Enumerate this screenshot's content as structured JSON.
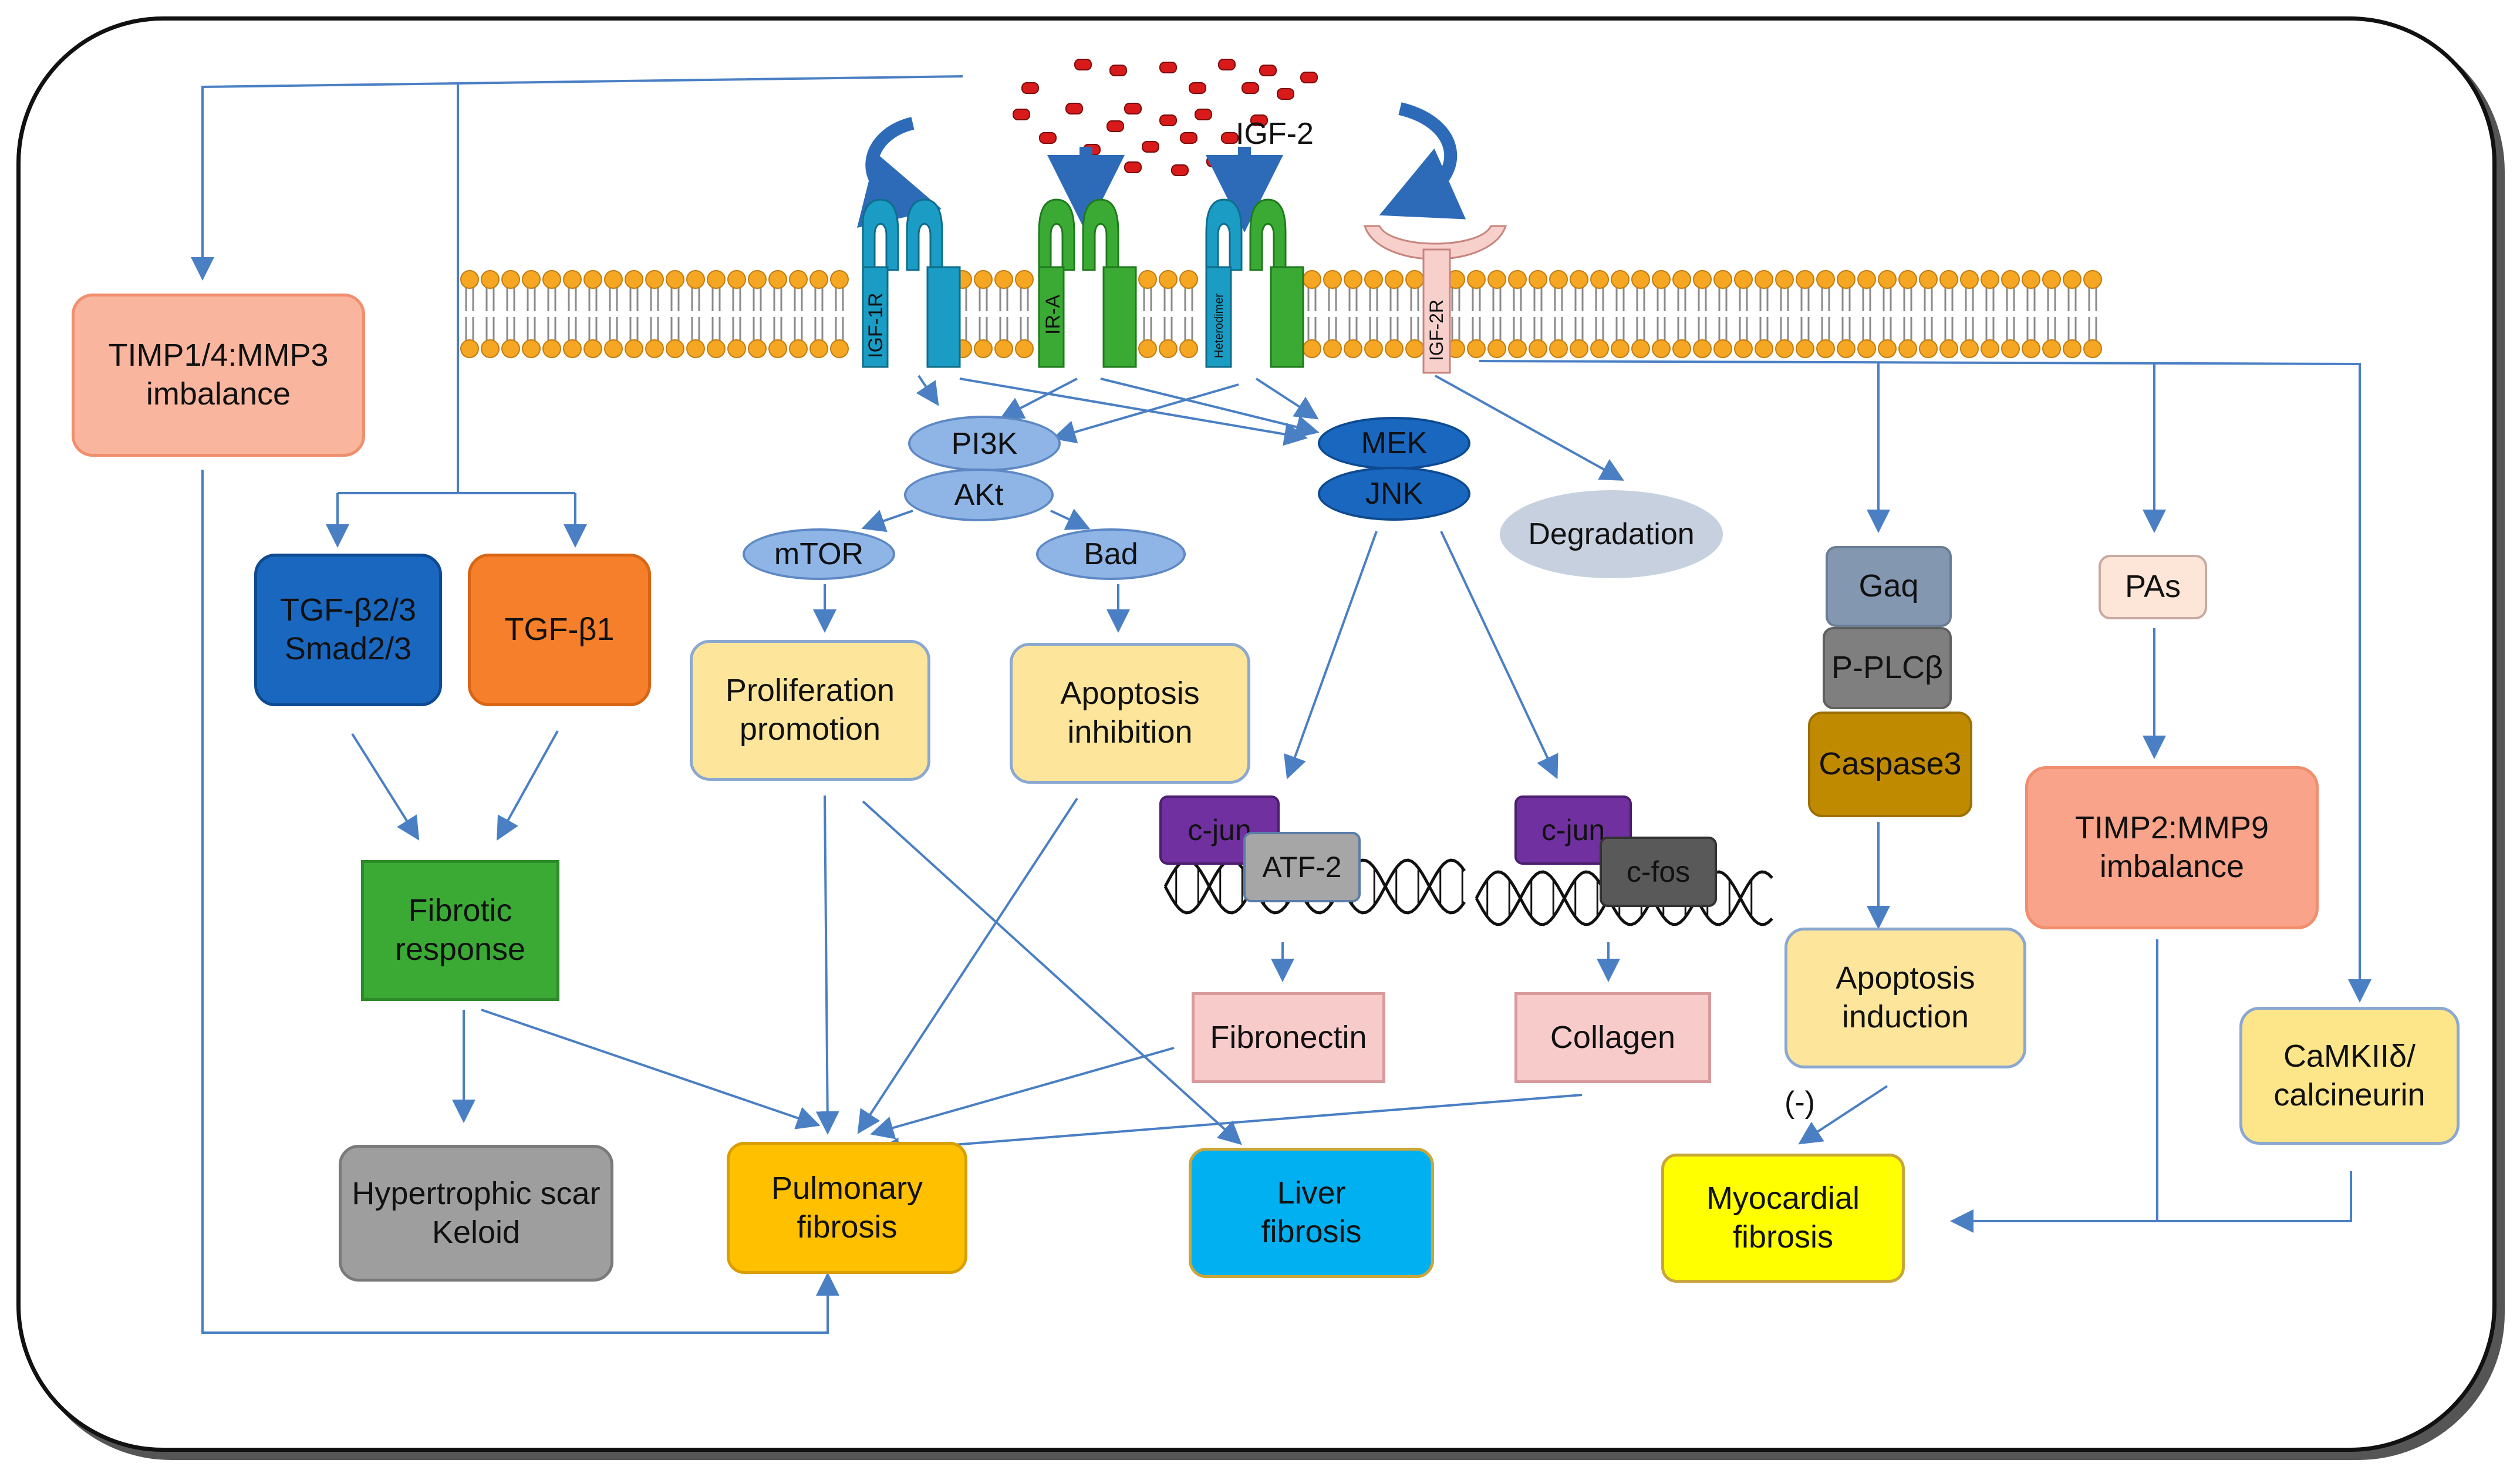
{
  "ligand": {
    "label": "IGF-2"
  },
  "receptors": [
    {
      "id": "igf1r",
      "label": "IGF-1R"
    },
    {
      "id": "ira",
      "label": "IR-A"
    },
    {
      "id": "hetero",
      "label": "Heterodimer"
    },
    {
      "id": "igf2r",
      "label": "IGF-2R"
    }
  ],
  "nodes": {
    "timp1": {
      "label": "TIMP1/4:MMP3\nimbalance"
    },
    "tgfb23": {
      "label": "TGF-β2/3\nSmad2/3"
    },
    "tgfb1": {
      "label": "TGF-β1"
    },
    "fibrotic": {
      "label": "Fibrotic\nresponse"
    },
    "hypertrophic": {
      "label": "Hypertrophic scar\nKeloid"
    },
    "pi3k": {
      "label": "PI3K"
    },
    "akt": {
      "label": "AKt"
    },
    "mtor": {
      "label": "mTOR"
    },
    "bad": {
      "label": "Bad"
    },
    "prolif": {
      "label": "Proliferation\npromotion"
    },
    "apopinh": {
      "label": "Apoptosis\ninhibition"
    },
    "pulm": {
      "label": "Pulmonary\nfibrosis"
    },
    "liver": {
      "label": "Liver\nfibrosis"
    },
    "mek": {
      "label": "MEK"
    },
    "jnk": {
      "label": "JNK"
    },
    "degradation": {
      "label": "Degradation"
    },
    "cjun1": {
      "label": "c-jun"
    },
    "atf2": {
      "label": "ATF-2"
    },
    "cjun2": {
      "label": "c-jun"
    },
    "cfos": {
      "label": "c-fos"
    },
    "fibronectin": {
      "label": "Fibronectin"
    },
    "collagen": {
      "label": "Collagen"
    },
    "gaq": {
      "label": "Gaq"
    },
    "plcb": {
      "label": "P-PLCβ"
    },
    "casp3": {
      "label": "Caspase3"
    },
    "apopind": {
      "label": "Apoptosis\ninduction"
    },
    "myo": {
      "label": "Myocardial\nfibrosis"
    },
    "pas": {
      "label": "PAs"
    },
    "timp2": {
      "label": "TIMP2:MMP9\nimbalance"
    },
    "camk": {
      "label": "CaMKIIδ/\ncalcineurin"
    }
  },
  "annotations": {
    "inhibit": "(-)"
  }
}
